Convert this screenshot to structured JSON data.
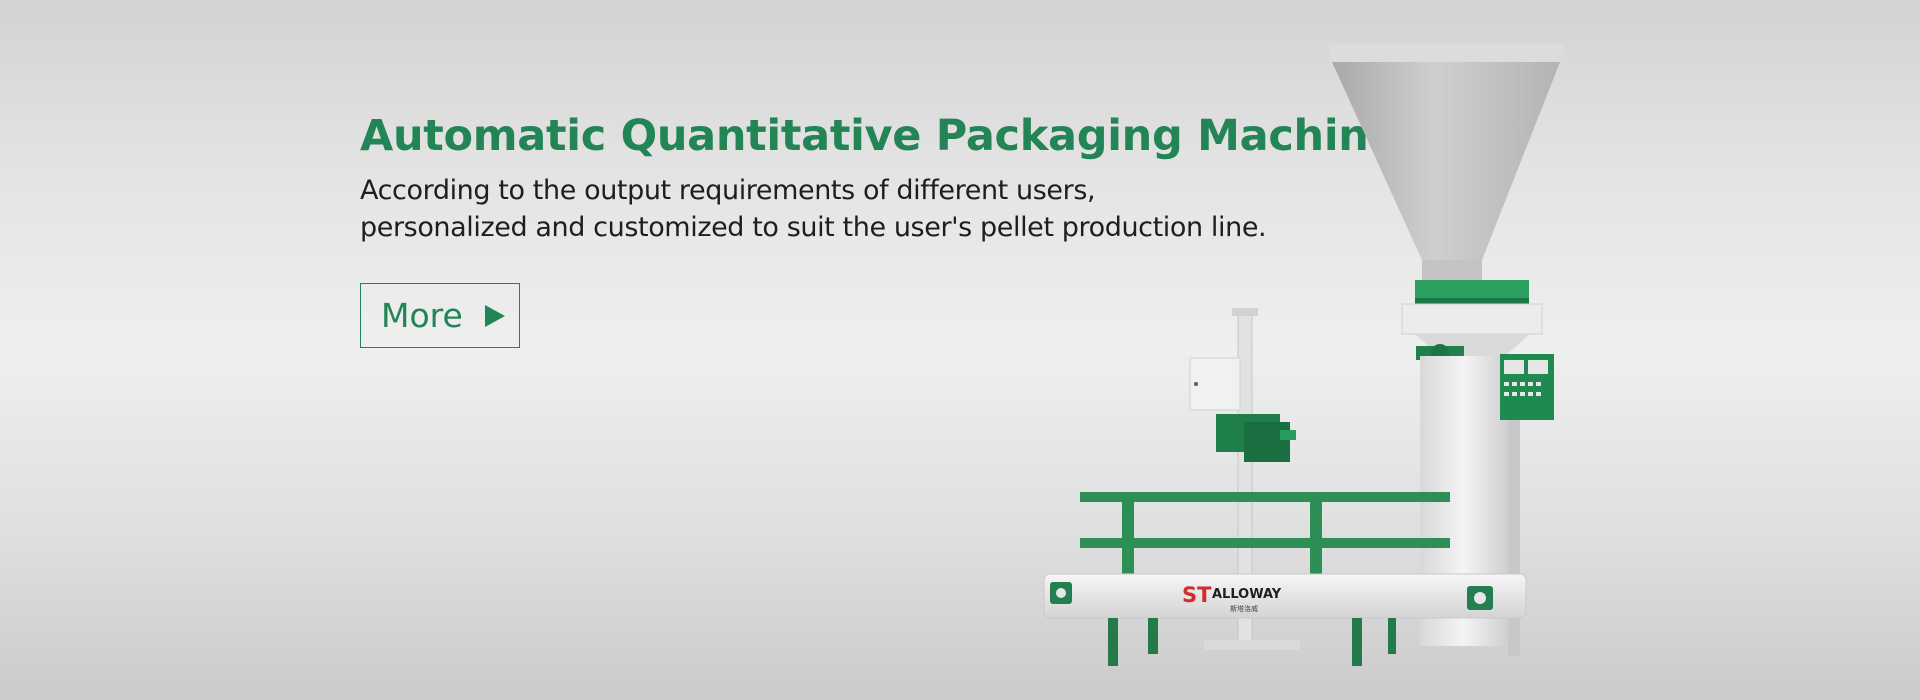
{
  "colors": {
    "brand_green": "#238456",
    "text_dark": "#1e1e1e",
    "logo_red": "#d42a2a"
  },
  "hero": {
    "title": "Automatic Quantitative Packaging Machine",
    "description_line1": "According to the output requirements of different users,",
    "description_line2": "personalized and customized to suit the user's pellet production line.",
    "more_label": "More",
    "more_icon": "play-triangle-icon"
  },
  "product": {
    "logo_st": "ST",
    "logo_text": "ALLOWAY",
    "logo_subtext": "斯塔洛威"
  }
}
